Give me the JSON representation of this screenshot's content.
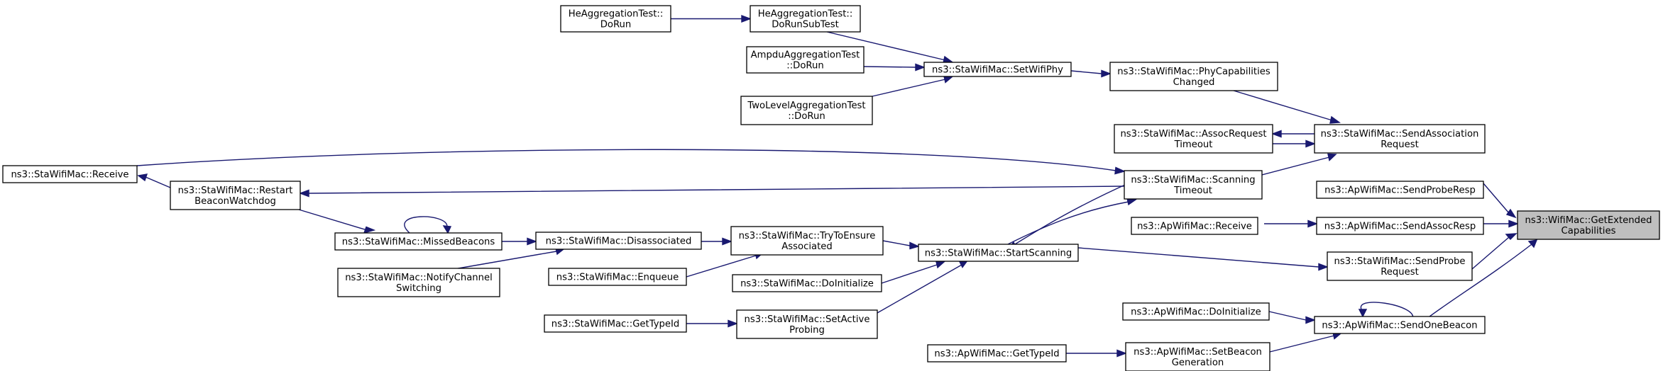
{
  "nodes": {
    "hetest": [
      "HeAggregationTest::",
      "DoRun"
    ],
    "hesub": [
      "HeAggregationTest::",
      "DoRunSubTest"
    ],
    "ampdu": [
      "AmpduAggregationTest",
      "::DoRun"
    ],
    "twolevel": [
      "TwoLevelAggregationTest",
      "::DoRun"
    ],
    "setwifiphy": [
      "ns3::StaWifiMac::SetWifiPhy"
    ],
    "phycap": [
      "ns3::StaWifiMac::PhyCapabilities",
      "Changed"
    ],
    "assoctimeout": [
      "ns3::StaWifiMac::AssocRequest",
      "Timeout"
    ],
    "sendassoc": [
      "ns3::StaWifiMac::SendAssociation",
      "Request"
    ],
    "stareceive": [
      "ns3::StaWifiMac::Receive"
    ],
    "restart": [
      "ns3::StaWifiMac::Restart",
      "BeaconWatchdog"
    ],
    "scantimeout": [
      "ns3::StaWifiMac::Scanning",
      "Timeout"
    ],
    "probresp": [
      "ns3::ApWifiMac::SendProbeResp"
    ],
    "apreceive": [
      "ns3::ApWifiMac::Receive"
    ],
    "assocresp": [
      "ns3::ApWifiMac::SendAssocResp"
    ],
    "getext": [
      "ns3::WifiMac::GetExtended",
      "Capabilities"
    ],
    "missed": [
      "ns3::StaWifiMac::MissedBeacons"
    ],
    "disassoc": [
      "ns3::StaWifiMac::Disassociated"
    ],
    "tryensure": [
      "ns3::StaWifiMac::TryToEnsure",
      "Associated"
    ],
    "startscan": [
      "ns3::StaWifiMac::StartScanning"
    ],
    "sendprobe": [
      "ns3::StaWifiMac::SendProbe",
      "Request"
    ],
    "notify": [
      "ns3::StaWifiMac::NotifyChannel",
      "Switching"
    ],
    "enqueue": [
      "ns3::StaWifiMac::Enqueue"
    ],
    "doinit": [
      "ns3::StaWifiMac::DoInitialize"
    ],
    "stagettype": [
      "ns3::StaWifiMac::GetTypeId"
    ],
    "setactive": [
      "ns3::StaWifiMac::SetActive",
      "Probing"
    ],
    "apdoinit": [
      "ns3::ApWifiMac::DoInitialize"
    ],
    "sendbeacon": [
      "ns3::ApWifiMac::SendOneBeacon"
    ],
    "apgettype": [
      "ns3::ApWifiMac::GetTypeId"
    ],
    "setbeacon": [
      "ns3::ApWifiMac::SetBeacon",
      "Generation"
    ]
  },
  "colors": {
    "edge": "#191970",
    "highlight_fill": "#bfbfbf",
    "node_fill": "#ffffff",
    "node_border": "#000000"
  }
}
